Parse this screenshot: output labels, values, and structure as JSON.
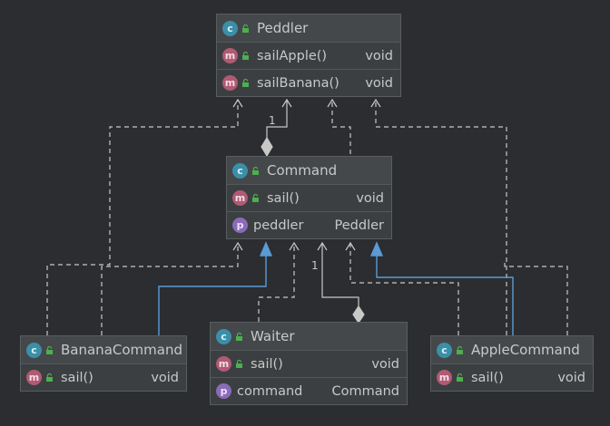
{
  "classes": {
    "peddler": {
      "name": "Peddler",
      "badge": "c",
      "methods": [
        {
          "badge": "m",
          "name": "sailApple()",
          "type": "void"
        },
        {
          "badge": "m",
          "name": "sailBanana()",
          "type": "void"
        }
      ]
    },
    "command": {
      "name": "Command",
      "badge": "c",
      "methods": [
        {
          "badge": "m",
          "name": "sail()",
          "type": "void"
        }
      ],
      "fields": [
        {
          "badge": "p",
          "name": "peddler",
          "type": "Peddler"
        }
      ]
    },
    "banana_command": {
      "name": "BananaCommand",
      "badge": "c",
      "methods": [
        {
          "badge": "m",
          "name": "sail()",
          "type": "void"
        }
      ]
    },
    "waiter": {
      "name": "Waiter",
      "badge": "c",
      "methods": [
        {
          "badge": "m",
          "name": "sail()",
          "type": "void"
        }
      ],
      "fields": [
        {
          "badge": "p",
          "name": "command",
          "type": "Command"
        }
      ]
    },
    "apple_command": {
      "name": "AppleCommand",
      "badge": "c",
      "methods": [
        {
          "badge": "m",
          "name": "sail()",
          "type": "void"
        }
      ]
    }
  },
  "multiplicities": {
    "command_to_peddler": "1",
    "waiter_to_command": "1"
  },
  "colors": {
    "edge": "#c8c8c8",
    "inheritance": "#5b9bd5",
    "class_icon": "#3b8fa8",
    "method_icon": "#b05a73",
    "property_icon": "#8a6bb8",
    "public_lock": "#4caf50"
  }
}
